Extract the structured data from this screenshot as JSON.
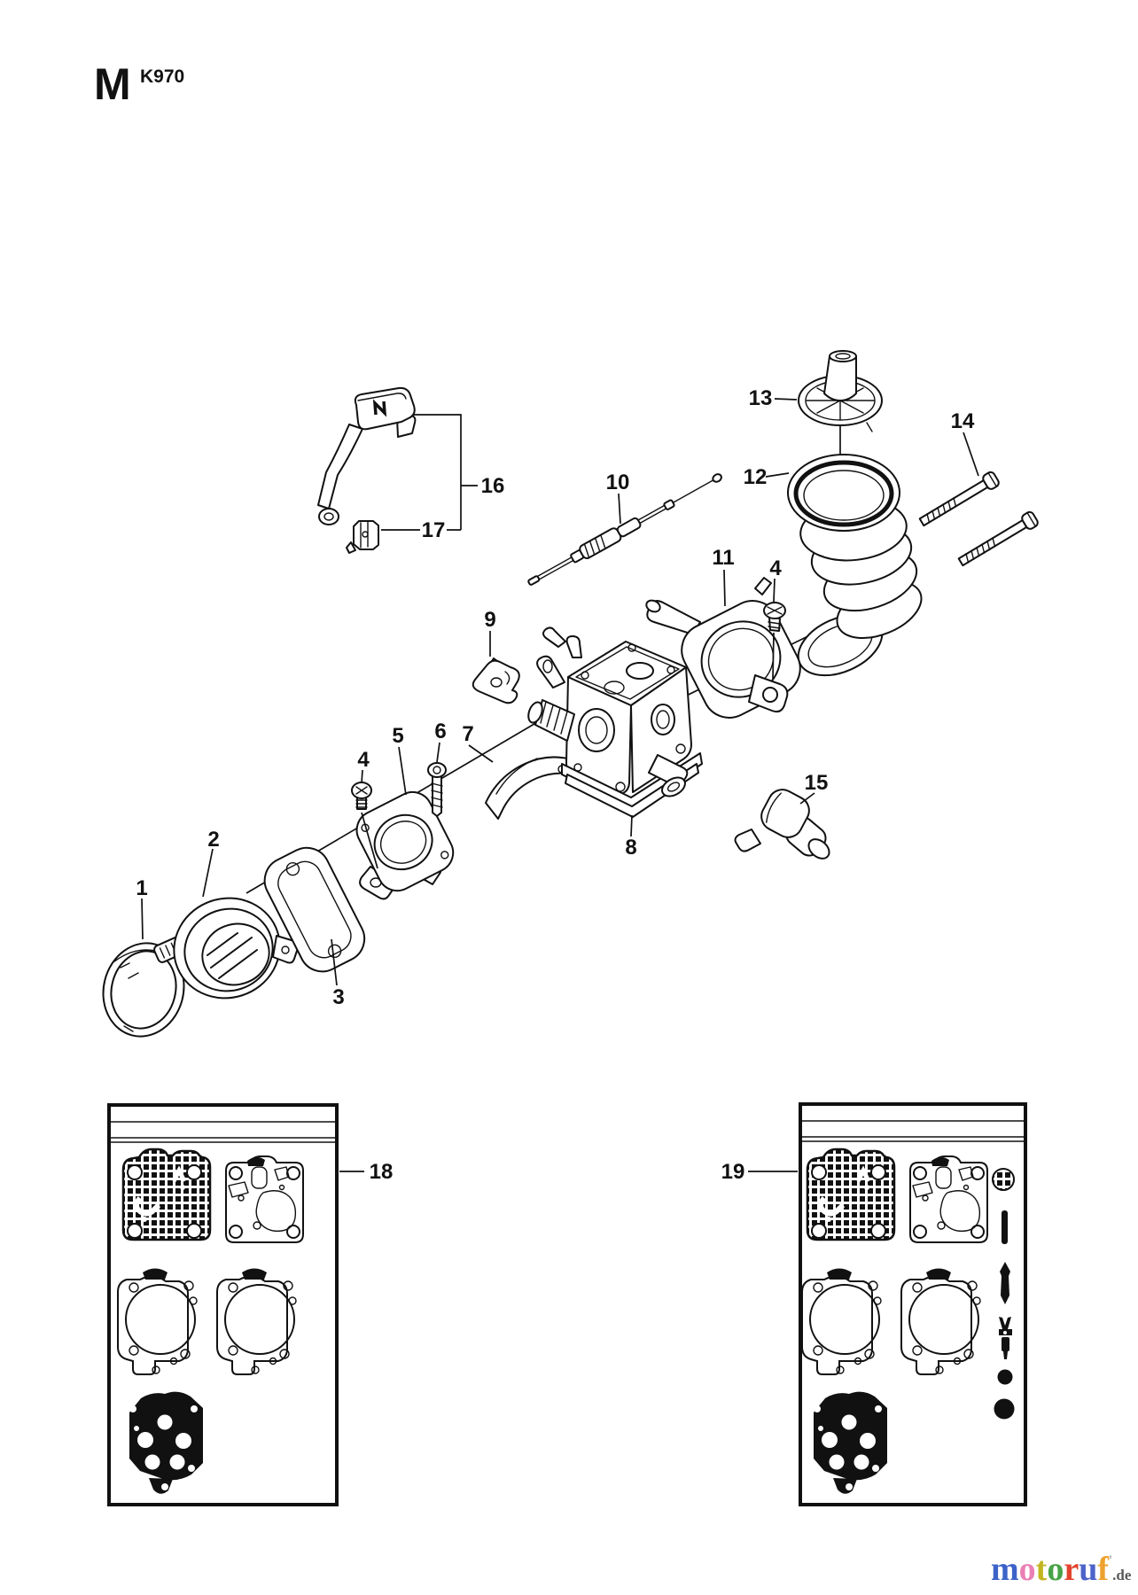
{
  "header": {
    "section_letter": "M",
    "model": "K970"
  },
  "callouts": [
    "1",
    "2",
    "3",
    "4",
    "5",
    "6",
    "7",
    "8",
    "9",
    "10",
    "11",
    "12",
    "13",
    "14",
    "15",
    "16",
    "17",
    "18",
    "19"
  ],
  "colors": {
    "line": "#111111",
    "background": "#ffffff"
  },
  "watermark": {
    "letters": [
      {
        "ch": "m",
        "color": "#3d63c9"
      },
      {
        "ch": "o",
        "color": "#e97fb5"
      },
      {
        "ch": "t",
        "color": "#c3b521"
      },
      {
        "ch": "o",
        "color": "#47a347"
      },
      {
        "ch": "r",
        "color": "#e2442e"
      },
      {
        "ch": "u",
        "color": "#4c63c9"
      },
      {
        "ch": "f",
        "color": "#eda22d"
      }
    ],
    "mark": "'",
    "mark_color": "#a0a0a0",
    "suffix": ".de",
    "suffix_color": "#58585a"
  }
}
